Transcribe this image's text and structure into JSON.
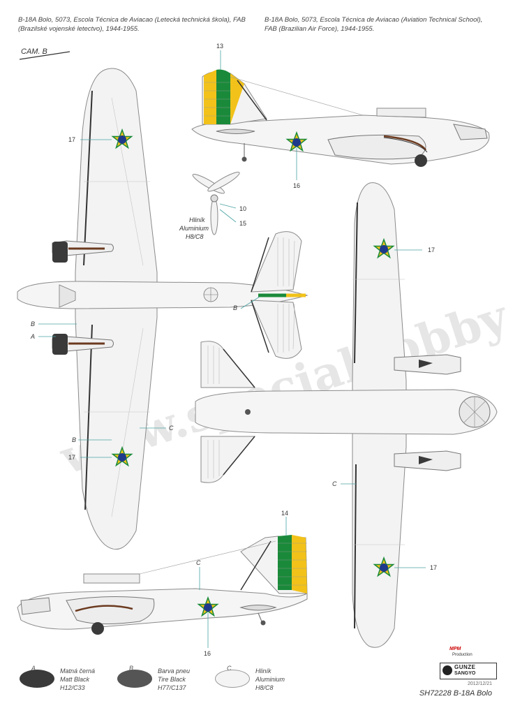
{
  "captions": {
    "cz": "B-18A Bolo, 5073, Escola Técnica de Aviacao (Letecká technická škola), FAB (Brazilské vojenské letectvo), 1944-1955.",
    "en": "B-18A Bolo, 5073, Escola Técnica de Aviacao (Aviation Technical School), FAB (Brazilian Air Force), 1944-1955."
  },
  "camouflage_label": "CAM. B",
  "callouts": {
    "c13": "13",
    "c14": "14",
    "c16a": "16",
    "c16b": "16",
    "c17a": "17",
    "c17b": "17",
    "c17c": "17",
    "c17d": "17",
    "c10": "10",
    "c15": "15",
    "cB1": "B",
    "cB2": "B",
    "cB3": "B",
    "cA": "A",
    "cC1": "C",
    "cC2": "C",
    "cC3": "C"
  },
  "propeller_note": {
    "cz": "Hliník",
    "en": "Aluminium",
    "code": "H8/C8"
  },
  "watermark": "www.specialhobby.eu",
  "paints": [
    {
      "letter": "A",
      "cz": "Matná černá",
      "en": "Matt Black",
      "code": "H12/C33",
      "color": "#3a3a3a"
    },
    {
      "letter": "B",
      "cz": "Barva pneu",
      "en": "Tire Black",
      "code": "H77/C137",
      "color": "#555555"
    },
    {
      "letter": "C",
      "cz": "Hliník",
      "en": "Aluminium",
      "code": "H8/C8",
      "color": "#f4f4f4"
    }
  ],
  "logos": {
    "mpm": "MPM",
    "mpm_sub": "Production",
    "gunze1": "GUNZE",
    "gunze2": "SANGYO"
  },
  "footer": {
    "date": "2012/12/21",
    "title": "SH72228 B-18A Bolo"
  },
  "colors": {
    "green": "#1a8a3a",
    "yellow": "#f2c21a",
    "blue": "#1f3a8a",
    "metal": "#f3f3f3",
    "line": "#9a9a9a"
  }
}
